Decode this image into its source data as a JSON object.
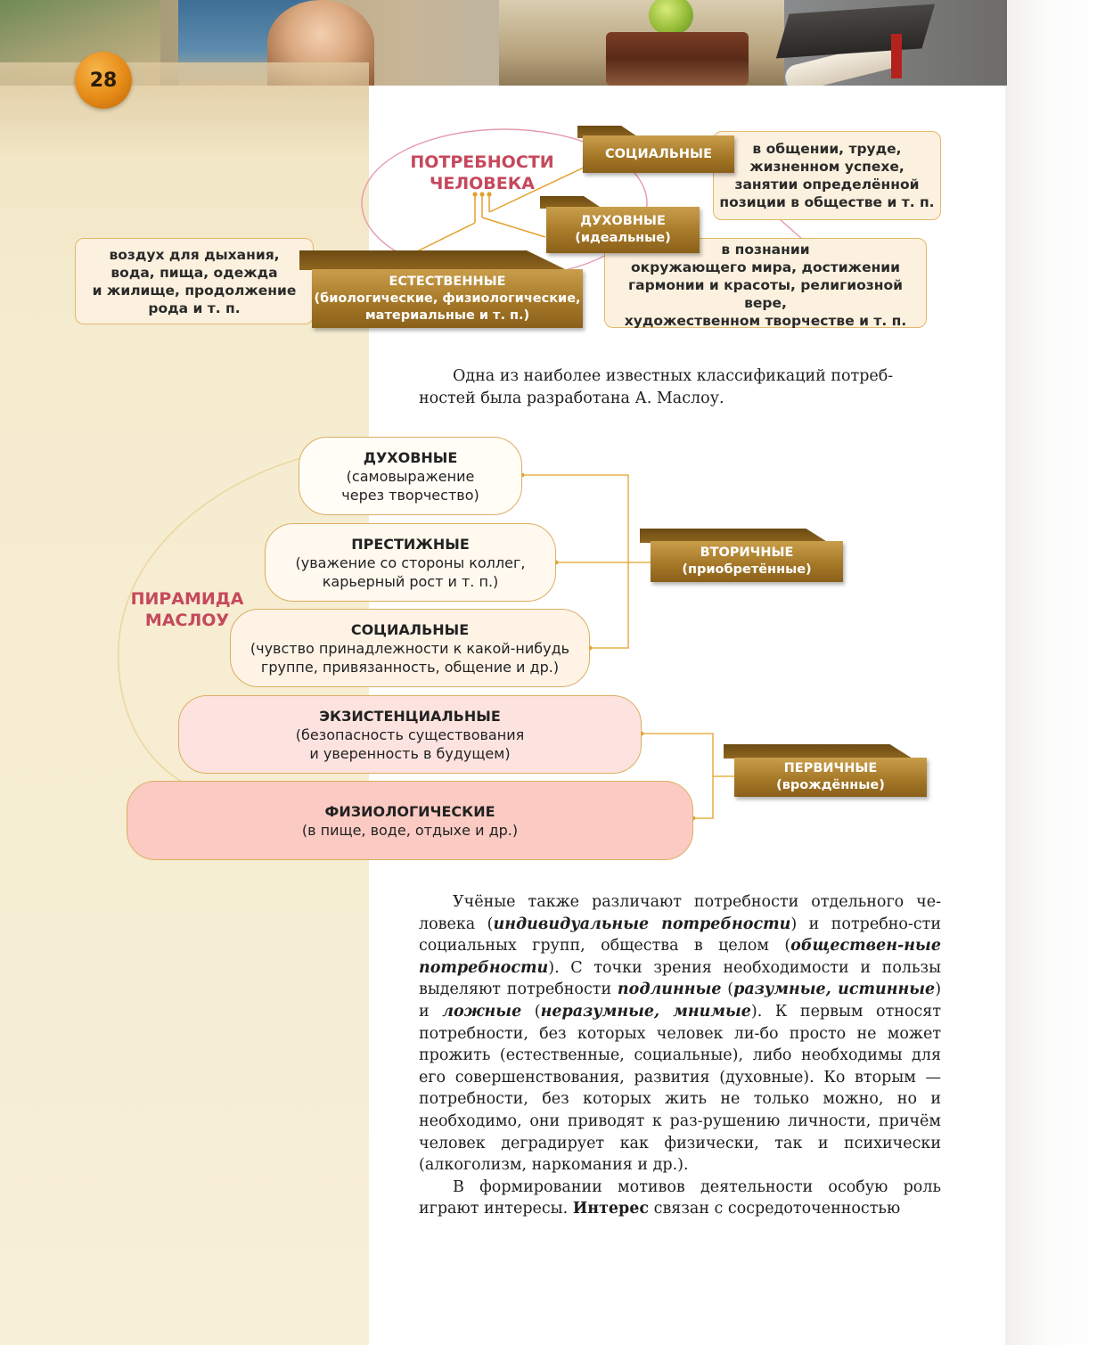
{
  "page": {
    "number": "28"
  },
  "needs_diagram": {
    "title_line1": "ПОТРЕБНОСТИ",
    "title_line2": "ЧЕЛОВЕКА",
    "social": {
      "tag": "СОЦИАЛЬНЫЕ",
      "desc": [
        "в общении, труде,",
        "жизненном успехе,",
        "занятии определённой",
        "позиции в обществе и т. п."
      ]
    },
    "spiritual": {
      "tag": "ДУХОВНЫЕ",
      "tag_sub": "(идеальные)",
      "desc": [
        "в познании",
        "окружающего мира, достижении",
        "гармонии и красоты, религиозной вере,",
        "художественном творчестве и т. п."
      ]
    },
    "natural": {
      "tag": "ЕСТЕСТВЕННЫЕ",
      "tag_sub1": "(биологические, физиологические,",
      "tag_sub2": "материальные и т. п.)",
      "desc": [
        "воздух для дыхания,",
        "вода, пища, одежда",
        "и жилище, продолжение",
        "рода и т. п."
      ]
    }
  },
  "intro_text": {
    "line1": "Одна из наиболее известных классификаций потреб-",
    "line2": "ностей была разработана А. Маслоу."
  },
  "maslow": {
    "title_line1": "ПИРАМИДА",
    "title_line2": "МАСЛОУ",
    "levels": [
      {
        "title": "ДУХОВНЫЕ",
        "desc1": "(самовыражение",
        "desc2": "через творчество)"
      },
      {
        "title": "ПРЕСТИЖНЫЕ",
        "desc1": "(уважение со стороны коллег,",
        "desc2": "карьерный рост и т. п.)"
      },
      {
        "title": "СОЦИАЛЬНЫЕ",
        "desc1": "(чувство принадлежности к какой-нибудь",
        "desc2": "группе, привязанность, общение и др.)"
      },
      {
        "title": "ЭКЗИСТЕНЦИАЛЬНЫЕ",
        "desc1": "(безопасность существования",
        "desc2": "и уверенность в будущем)"
      },
      {
        "title": "ФИЗИОЛОГИЧЕСКИЕ",
        "desc1": "(в пище, воде, отдыхе и др.)",
        "desc2": ""
      }
    ],
    "secondary": {
      "label": "ВТОРИЧНЫЕ",
      "sub": "(приобретённые)"
    },
    "primary": {
      "label": "ПЕРВИЧНЫЕ",
      "sub": "(врождённые)"
    }
  },
  "main_text": {
    "p1_a": "Учёные также различают потребности отдельного че-ловека (",
    "p1_b": "индивидуальные потребности",
    "p1_c": ") и потребно-сти социальных групп, общества в целом (",
    "p1_d": "обществен-ные потребности",
    "p1_e": "). С точки зрения необходимости и пользы выделяют потребности ",
    "p1_f": "подлинные",
    "p1_g": " (",
    "p1_h": "разумные, истинные",
    "p1_i": ") и ",
    "p1_j": "ложные",
    "p1_k": " (",
    "p1_l": "неразумные, мнимые",
    "p1_m": "). К первым относят потребности, без которых человек ли-бо просто не может прожить (естественные, социальные), либо необходимы для его совершенствования, развития (духовные). Ко вторым — потребности, без которых жить не только можно, но и необходимо, они приводят к раз-рушению личности, причём человек деградирует как физически, так и психически (алкоголизм, наркомания и др.).",
    "p2_a": "В формировании мотивов деятельности особую роль играют интересы. ",
    "p2_b": "Интерес",
    "p2_c": " связан с сосредоточенностью"
  }
}
